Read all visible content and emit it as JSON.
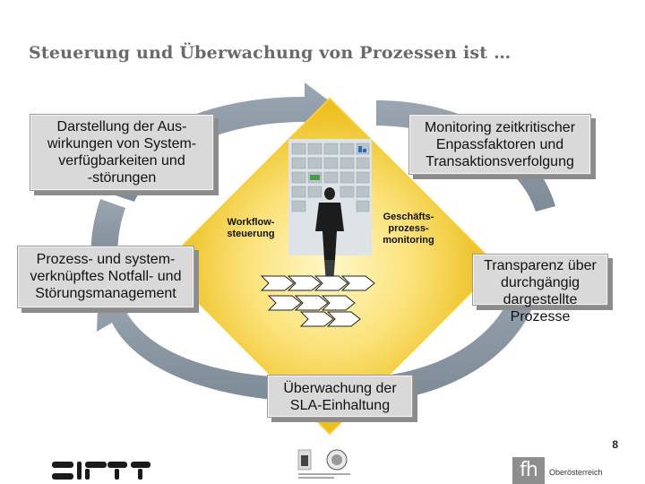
{
  "page": {
    "title": "Steuerung und Überwachung von Prozessen ist …",
    "page_number": "8"
  },
  "diagram": {
    "boxes": {
      "top_left": [
        "Darstellung der Aus-",
        "wirkungen von System-",
        "verfügbarkeiten und",
        "-störungen"
      ],
      "top_right": [
        "Monitoring zeitkritischer",
        "Enpassfaktoren und",
        "Transaktionsverfolgung"
      ],
      "middle_left": [
        "Prozess- und system-",
        "verknüpftes Notfall- und",
        "Störungsmanagement"
      ],
      "middle_right": [
        "Transparenz über",
        "durchgängig",
        "dargestellte",
        "Prozesse"
      ],
      "bottom": [
        "Überwachung der",
        "SLA-Einhaltung"
      ]
    },
    "diamond_labels": {
      "left": [
        "Workflow-",
        "steuerung"
      ],
      "right": [
        "Geschäfts-",
        "prozess-",
        "monitoring"
      ]
    }
  },
  "footer": {
    "fh_logo_text": "fh",
    "fh_region": "Oberösterreich"
  },
  "colors": {
    "cycle_arrow": "#8a97a4",
    "diamond": "#f2c518",
    "box_fill": "#d9d9d9"
  }
}
